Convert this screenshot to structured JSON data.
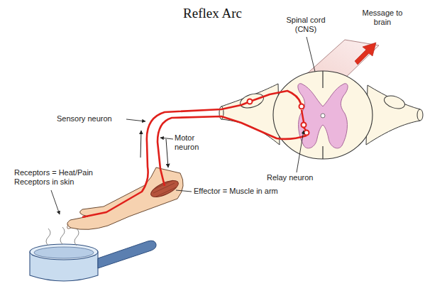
{
  "diagram": {
    "title": "Reflex Arc",
    "labels": [
      "Spinal cord (CNS)",
      "Message to brain",
      "Sensory neuron",
      "Motor neuron",
      "Relay neuron",
      "Receptors = Heat/Pain Receptors in skin",
      "Effector = Muscle in arm"
    ]
  }
}
